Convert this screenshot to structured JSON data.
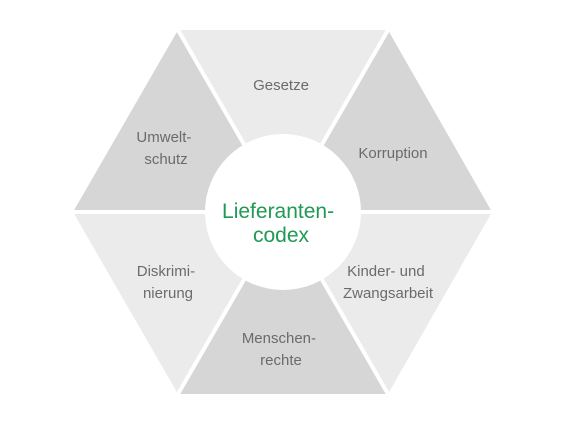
{
  "diagram": {
    "center": {
      "lines": [
        "Lieferanten-",
        "codex"
      ],
      "color": "#1f9a55",
      "fill": "#ffffff"
    },
    "segments": [
      {
        "id": "gesetze",
        "lines": [
          "Gesetze"
        ],
        "fill": "#ebebeb"
      },
      {
        "id": "korruption",
        "lines": [
          "Korruption"
        ],
        "fill": "#d6d6d6"
      },
      {
        "id": "kinder-zwangsarbeit",
        "lines": [
          "Kinder- und",
          "Zwangsarbeit"
        ],
        "fill": "#ebebeb"
      },
      {
        "id": "menschenrechte",
        "lines": [
          "Menschen-",
          "rechte"
        ],
        "fill": "#d6d6d6"
      },
      {
        "id": "diskriminierung",
        "lines": [
          "Diskrimi-",
          "nierung"
        ],
        "fill": "#ebebeb"
      },
      {
        "id": "umweltschutz",
        "lines": [
          "Umwelt-",
          "schutz"
        ],
        "fill": "#d6d6d6"
      }
    ],
    "text_color": "#6b6b6b"
  }
}
